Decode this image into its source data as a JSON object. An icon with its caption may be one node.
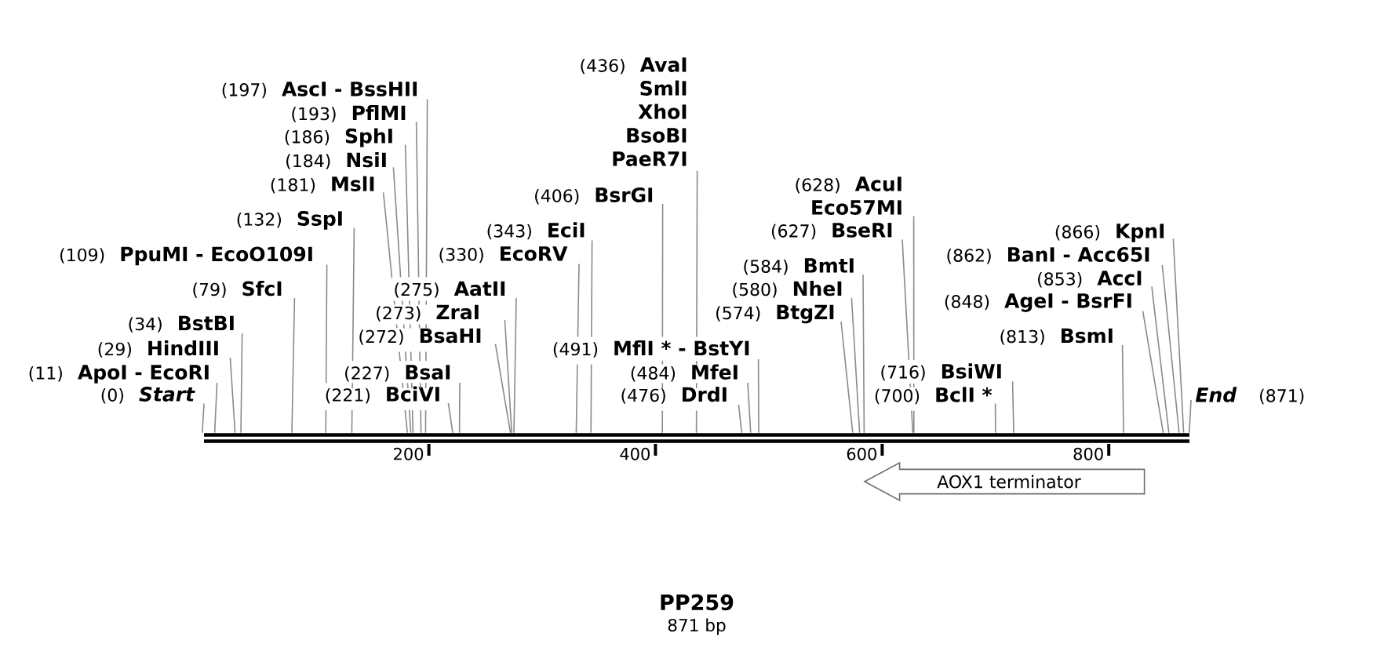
{
  "diagram": {
    "title": "PP259",
    "caption": "871 bp",
    "nodes": [
      {
        "text": [
          "(0)",
          "Start"
        ]
      },
      {
        "text": [
          "(11)",
          "ApoI - EcoRI"
        ]
      },
      {
        "text": [
          "(29)",
          "HindIII"
        ]
      },
      {
        "text": [
          "(34)",
          "BstBI"
        ]
      },
      {
        "text": [
          "(79)",
          "SfcI"
        ]
      },
      {
        "text": [
          "(109)",
          "PpuMI - EcoO109I"
        ]
      },
      {
        "text": [
          "(132)",
          "SspI"
        ]
      },
      {
        "text": [
          "(181)",
          "MslI"
        ]
      },
      {
        "text": [
          "(184)",
          "NsiI"
        ]
      },
      {
        "text": [
          "(186)",
          "SphI"
        ]
      },
      {
        "text": [
          "(193)",
          "PflMI"
        ]
      },
      {
        "text": [
          "(197)",
          "AscI - BssHII"
        ]
      },
      {
        "text": [
          "(221)",
          "BciVI"
        ]
      },
      {
        "text": [
          "(227)",
          "BsaI"
        ]
      },
      {
        "text": [
          "(272)",
          "BsaHI"
        ]
      },
      {
        "text": [
          "(273)",
          "ZraI"
        ]
      },
      {
        "text": [
          "(275)",
          "AatII"
        ]
      },
      {
        "text": [
          "(330)",
          "EcoRV"
        ]
      },
      {
        "text": [
          "(343)",
          "EciI"
        ]
      },
      {
        "text": [
          "(406)",
          "BsrGI"
        ]
      },
      {
        "text": [
          "(436)",
          "AvaI",
          "SmlI",
          "XhoI",
          "BsoBI",
          "PaeR7I"
        ]
      },
      {
        "text": [
          "(476)",
          "DrdI"
        ]
      },
      {
        "text": [
          "(484)",
          "MfeI"
        ]
      },
      {
        "text": [
          "(491)",
          "MflI * - BstYI"
        ]
      },
      {
        "text": [
          "(574)",
          "BtgZI"
        ]
      },
      {
        "text": [
          "(580)",
          "NheI"
        ]
      },
      {
        "text": [
          "(584)",
          "BmtI"
        ]
      },
      {
        "text": [
          "(627)",
          "BseRI"
        ]
      },
      {
        "text": [
          "(628)",
          "AcuI",
          "Eco57MI"
        ]
      },
      {
        "text": [
          "(700)",
          "BclI *"
        ]
      },
      {
        "text": [
          "(716)",
          "BsiWI"
        ]
      },
      {
        "text": [
          "(813)",
          "BsmI"
        ]
      },
      {
        "text": [
          "(848)",
          "AgeI - BsrFI"
        ]
      },
      {
        "text": [
          "(853)",
          "AccI"
        ]
      },
      {
        "text": [
          "(862)",
          "BanI - Acc65I"
        ]
      },
      {
        "text": [
          "(866)",
          "KpnI"
        ]
      },
      {
        "text": [
          "End",
          "(871)"
        ]
      },
      {
        "text": [],
        "shape": "bar"
      },
      {
        "text": [
          "AOX1 terminator"
        ]
      }
    ],
    "edges": [
      {
        "from": 0,
        "to": 37,
        "arrow": "none"
      },
      {
        "from": 1,
        "to": 37,
        "arrow": "none"
      },
      {
        "from": 2,
        "to": 37,
        "arrow": "none"
      },
      {
        "from": 3,
        "to": 37,
        "arrow": "none"
      },
      {
        "from": 4,
        "to": 37,
        "arrow": "none"
      },
      {
        "from": 5,
        "to": 37,
        "arrow": "none"
      },
      {
        "from": 6,
        "to": 37,
        "arrow": "none"
      },
      {
        "from": 7,
        "to": 37,
        "arrow": "none"
      },
      {
        "from": 8,
        "to": 37,
        "arrow": "none"
      },
      {
        "from": 9,
        "to": 37,
        "arrow": "none"
      },
      {
        "from": 10,
        "to": 37,
        "arrow": "none"
      },
      {
        "from": 11,
        "to": 37,
        "arrow": "none"
      },
      {
        "from": 12,
        "to": 37,
        "arrow": "none"
      },
      {
        "from": 13,
        "to": 37,
        "arrow": "none"
      },
      {
        "from": 14,
        "to": 37,
        "arrow": "none"
      },
      {
        "from": 15,
        "to": 37,
        "arrow": "none"
      },
      {
        "from": 16,
        "to": 37,
        "arrow": "none"
      },
      {
        "from": 17,
        "to": 37,
        "arrow": "none"
      },
      {
        "from": 18,
        "to": 37,
        "arrow": "none"
      },
      {
        "from": 19,
        "to": 37,
        "arrow": "none"
      },
      {
        "from": 20,
        "to": 37,
        "arrow": "none"
      },
      {
        "from": 21,
        "to": 37,
        "arrow": "none"
      },
      {
        "from": 22,
        "to": 37,
        "arrow": "none"
      },
      {
        "from": 23,
        "to": 37,
        "arrow": "none"
      },
      {
        "from": 24,
        "to": 37,
        "arrow": "none"
      },
      {
        "from": 25,
        "to": 37,
        "arrow": "none"
      },
      {
        "from": 26,
        "to": 37,
        "arrow": "none"
      },
      {
        "from": 27,
        "to": 37,
        "arrow": "none"
      },
      {
        "from": 28,
        "to": 37,
        "arrow": "none"
      },
      {
        "from": 29,
        "to": 37,
        "arrow": "none"
      },
      {
        "from": 30,
        "to": 37,
        "arrow": "none"
      },
      {
        "from": 31,
        "to": 37,
        "arrow": "none"
      },
      {
        "from": 32,
        "to": 37,
        "arrow": "none"
      },
      {
        "from": 33,
        "to": 37,
        "arrow": "none"
      },
      {
        "from": 34,
        "to": 37,
        "arrow": "none"
      },
      {
        "from": 35,
        "to": 37,
        "arrow": "none"
      },
      {
        "from": 36,
        "to": 37,
        "arrow": "none"
      }
    ],
    "labels": [
      "200",
      "400",
      "600",
      "800"
    ]
  }
}
